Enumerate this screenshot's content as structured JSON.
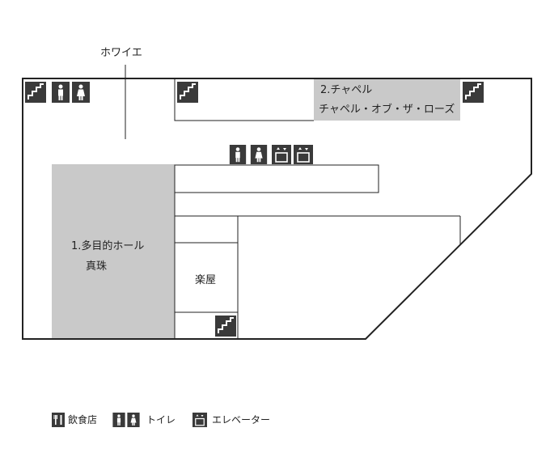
{
  "labels": {
    "foyer": "ホワイエ",
    "chapel_no": "2.チャペル",
    "chapel_name": "チャペル・オブ・ザ・ローズ",
    "hall_no": "1.多目的ホール",
    "hall_name": "真珠",
    "dressing": "楽屋"
  },
  "legend": {
    "restaurant": "飲食店",
    "toilet": "トイレ",
    "elevator": "エレベーター"
  },
  "colors": {
    "room_fill": "#c9c9c9",
    "icon_fill": "#3a3a3a",
    "outline": "#222222"
  },
  "icons": [
    "stairs-icon",
    "male-toilet-icon",
    "female-toilet-icon",
    "elevator-icon",
    "restaurant-icon"
  ]
}
